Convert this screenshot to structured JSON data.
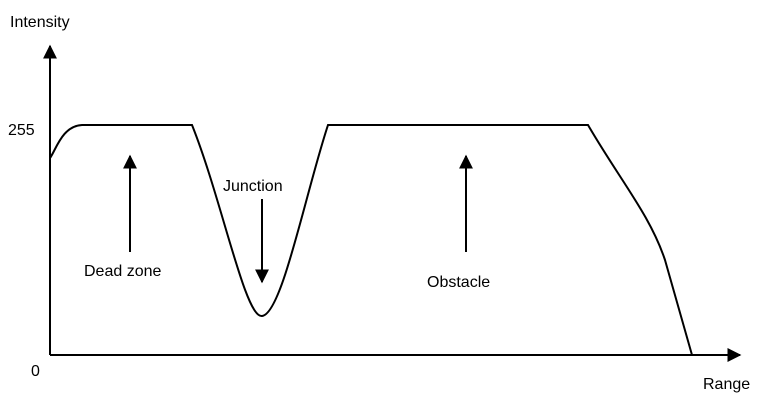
{
  "axes": {
    "y_label": "Intensity",
    "x_label": "Range",
    "y_max_tick": "255",
    "origin_tick": "0"
  },
  "annotations": {
    "dead_zone": "Dead zone",
    "junction": "Junction",
    "obstacle": "Obstacle"
  },
  "colors": {
    "line": "#000000",
    "background": "#ffffff"
  }
}
